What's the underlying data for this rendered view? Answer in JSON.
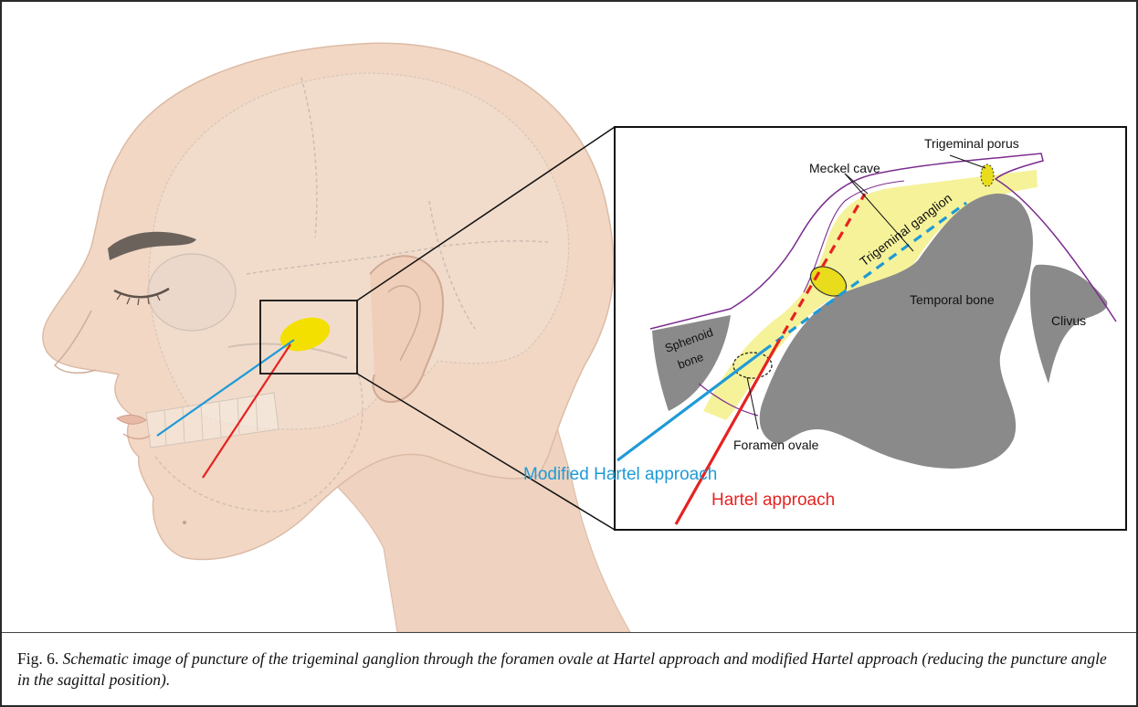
{
  "labels": {
    "trigeminal_porus": "Trigeminal porus",
    "meckel_cave": "Meckel cave",
    "trigeminal_ganglion": "Trigeminal ganglion",
    "temporal_bone": "Temporal bone",
    "clivus": "Clivus",
    "sphenoid_line1": "Sphenoid",
    "sphenoid_line2": "bone",
    "foramen_ovale": "Foramen ovale",
    "modified_hartel": "Modified Hartel approach",
    "hartel": "Hartel approach"
  },
  "colors": {
    "modified_hartel": "#1f9ad6",
    "hartel": "#e52321",
    "ganglion": "#f6f29a",
    "bone": "#8a8a8a",
    "dura_outline": "#7b2c8e",
    "skin": "#f2d7c4"
  },
  "caption": {
    "label": "Fig. 6.",
    "text": "Schematic image of puncture of the trigeminal ganglion through the foramen ovale at Hartel approach and modified Hartel approach (reducing the puncture angle in the sagittal position)."
  }
}
